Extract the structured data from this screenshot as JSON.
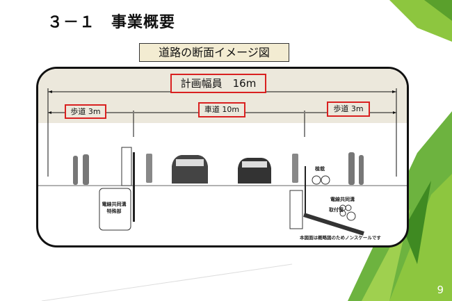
{
  "slide": {
    "title": "３－１　事業概要",
    "subtitle": "道路の断面イメージ図",
    "page_number": "9"
  },
  "diagram": {
    "total_width": "計画幅員　16m",
    "left_sidewalk": "歩道 3m",
    "roadway": "車道 10m",
    "right_sidewalk": "歩道 3m",
    "labels": {
      "planting": "植栽",
      "utility_trench": "電線共同溝",
      "utility_special": "電線共同溝\n特殊部",
      "service_pipe": "取付管"
    },
    "note": "本図面は概略図のためノンスケールです"
  },
  "colors": {
    "accent_green": "#8dc63f",
    "dark_green": "#4e9a2a",
    "red": "#d92020"
  }
}
